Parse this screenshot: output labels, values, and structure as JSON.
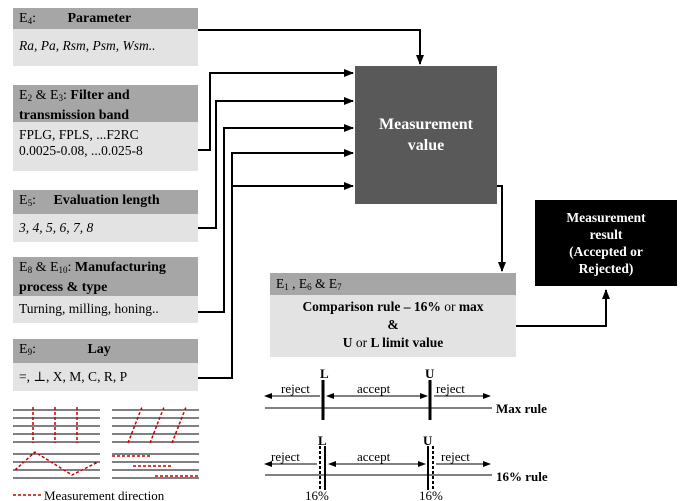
{
  "boxes": {
    "parameter": {
      "prefix": "E",
      "sub": "4",
      "suffix": ":",
      "title": "Parameter",
      "body": "Ra, Pa, Rsm, Psm, Wsm.."
    },
    "filter": {
      "prefix": "E",
      "sub": "2",
      "mid": " & E",
      "sub2": "3",
      "suffix": ":",
      "title": "Filter and transmission band",
      "line1": "FPLG, FPLS, ...F2RC",
      "line2": "0.0025-0.08, ...0.025-8"
    },
    "evaluation": {
      "prefix": "E",
      "sub": "5",
      "suffix": ":",
      "title": "Evaluation length",
      "body": "3, 4, 5, 6, 7, 8"
    },
    "manufacturing": {
      "prefix": "E",
      "sub": "8",
      "mid": " & E",
      "sub2": "10",
      "suffix": ":",
      "title": "Manufacturing process & type",
      "body": "Turning, milling, honing.."
    },
    "lay": {
      "prefix": "E",
      "sub": "9",
      "suffix": ":",
      "title": "Lay",
      "body": "=, ⊥, X, M, C, R, P"
    }
  },
  "measurement_value": {
    "line1": "Measurement",
    "line2": "value"
  },
  "measurement_result": {
    "line1": "Measurement",
    "line2": "result",
    "line3": "(Accepted or",
    "line4": "Rejected)"
  },
  "comparison": {
    "header": "E1 , E6 & E7",
    "h_e1": "E",
    "h_s1": "1",
    "h_m1": " , E",
    "h_s2": "6",
    "h_m2": " & E",
    "h_s3": "7",
    "line1a": "Comparison rule – 16%",
    "line1b": " or ",
    "line1c": "max",
    "line2": "&",
    "line3a": "U",
    "line3b": " or ",
    "line3c": "L",
    "line3d": " limit value"
  },
  "max_rule": {
    "reject_left": "reject",
    "accept": "accept",
    "reject_right": "reject",
    "L": "L",
    "U": "U",
    "name": "Max rule"
  },
  "rule16": {
    "reject_left": "reject",
    "accept": "accept",
    "reject_right": "reject",
    "L": "L",
    "U": "U",
    "name": "16% rule",
    "pct_left": "16%",
    "pct_right": "16%"
  },
  "legend": {
    "measurement_direction": "Measurement direction"
  },
  "colors": {
    "header_grey": "#a6a6a6",
    "body_grey": "#e3e3e3",
    "measurement_box": "#595959",
    "result_box": "#000000",
    "direction_red": "#cc0000"
  }
}
